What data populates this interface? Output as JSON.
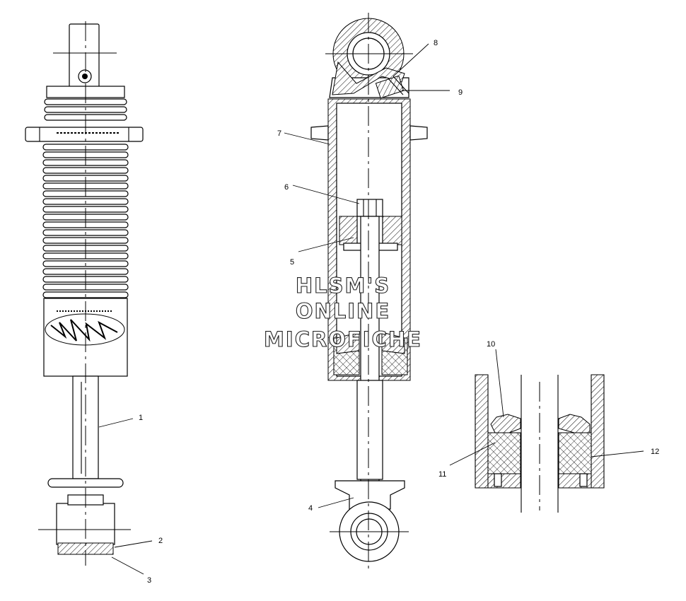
{
  "callouts": [
    "1",
    "2",
    "3",
    "4",
    "5",
    "6",
    "7",
    "8",
    "9",
    "10",
    "11",
    "12"
  ],
  "watermark": {
    "line1": "HLSM'S",
    "line2": "ONLINE",
    "line3": "MICROFICHE"
  }
}
